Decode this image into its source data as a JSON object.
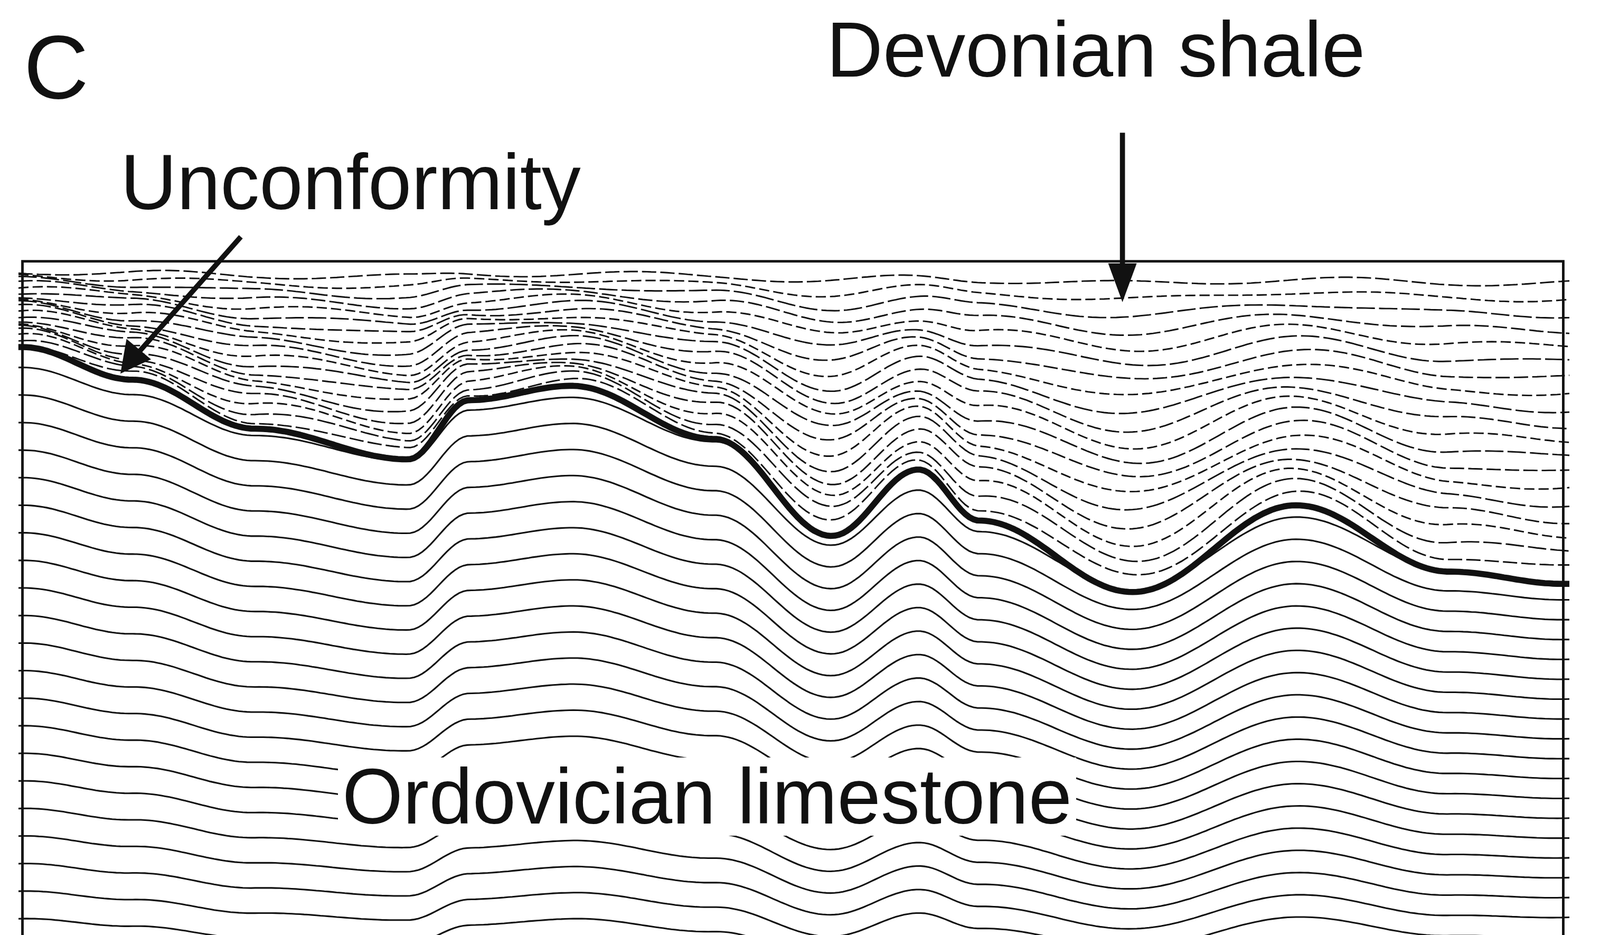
{
  "diagram": {
    "labels": [
      "C",
      "Devonian shale",
      "Unconformity",
      "Ordovician limestone"
    ]
  }
}
